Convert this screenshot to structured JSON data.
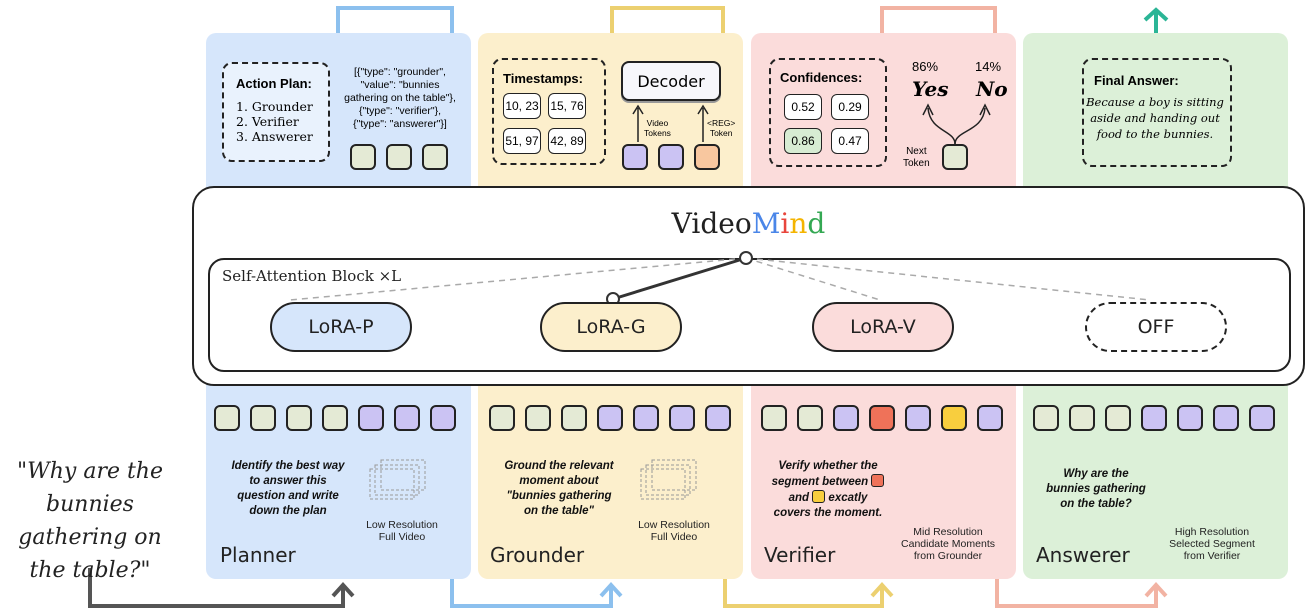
{
  "question": "\"Why are the bunnies gathering on the table?\"",
  "title": {
    "prefix": "Video",
    "letters": [
      "M",
      "i",
      "n",
      "d"
    ],
    "letter_colors": [
      "#4a86e8",
      "#e8453c",
      "#f4b400",
      "#34a853"
    ]
  },
  "attention_label": "Self-Attention Block ×L",
  "loras": [
    {
      "label": "LoRA-P",
      "color": "#d6e6fb"
    },
    {
      "label": "LoRA-G",
      "color": "#fcefcc"
    },
    {
      "label": "LoRA-V",
      "color": "#fbdcdb"
    },
    {
      "label": "OFF",
      "color": "#ffffff"
    }
  ],
  "planner": {
    "action_title": "Action Plan:",
    "plan": [
      "1. Grounder",
      "2. Verifier",
      "3. Answerer"
    ],
    "json_lines": [
      "[{\"type\": \"grounder\",",
      "\"value\": \"bunnies",
      "gathering on the table\"},",
      "{\"type\": \"verifier\"},",
      "{\"type\": \"answerer\"}]"
    ],
    "task": [
      "Identify the best way",
      "to answer this",
      "question and write",
      "down the plan"
    ],
    "res": [
      "Low Resolution",
      "Full Video"
    ],
    "role": "Planner"
  },
  "grounder": {
    "ts_title": "Timestamps:",
    "timestamps": [
      "10, 23",
      "15, 76",
      "51, 97",
      "42, 89"
    ],
    "decoder": "Decoder",
    "video_tokens": [
      "Video",
      "Tokens"
    ],
    "reg_token": [
      "<REG>",
      "Token"
    ],
    "task": [
      "Ground the relevant",
      "moment about",
      "\"bunnies gathering",
      "on the table\""
    ],
    "res": [
      "Low Resolution",
      "Full Video"
    ],
    "role": "Grounder"
  },
  "verifier": {
    "conf_title": "Confidences:",
    "confidences": [
      "0.52",
      "0.29",
      "0.86",
      "0.47"
    ],
    "yes_pct": "86%",
    "no_pct": "14%",
    "yes": "Yes",
    "no": "No",
    "next_token": [
      "Next",
      "Token"
    ],
    "task": [
      "Verify whether the",
      "segment between",
      "and",
      "excatly",
      "covers the moment."
    ],
    "res": [
      "Mid Resolution",
      "Candidate Moments",
      "from Grounder"
    ],
    "role": "Verifier"
  },
  "answerer": {
    "final_title": "Final Answer:",
    "final_answer": [
      "Because a boy is sitting",
      "aside and handing out",
      "food to the bunnies."
    ],
    "task": [
      "Why are the",
      "bunnies gathering",
      "on the table?"
    ],
    "res": [
      "High Resolution",
      "Selected Segment",
      "from Verifier"
    ],
    "role": "Answerer"
  },
  "colors": {
    "blue_arrow": "#8cc0ee",
    "yellow_arrow": "#ecd070",
    "pink_arrow": "#f2b3a3",
    "green_arrow": "#2bb596",
    "gray_arrow": "#555555"
  }
}
